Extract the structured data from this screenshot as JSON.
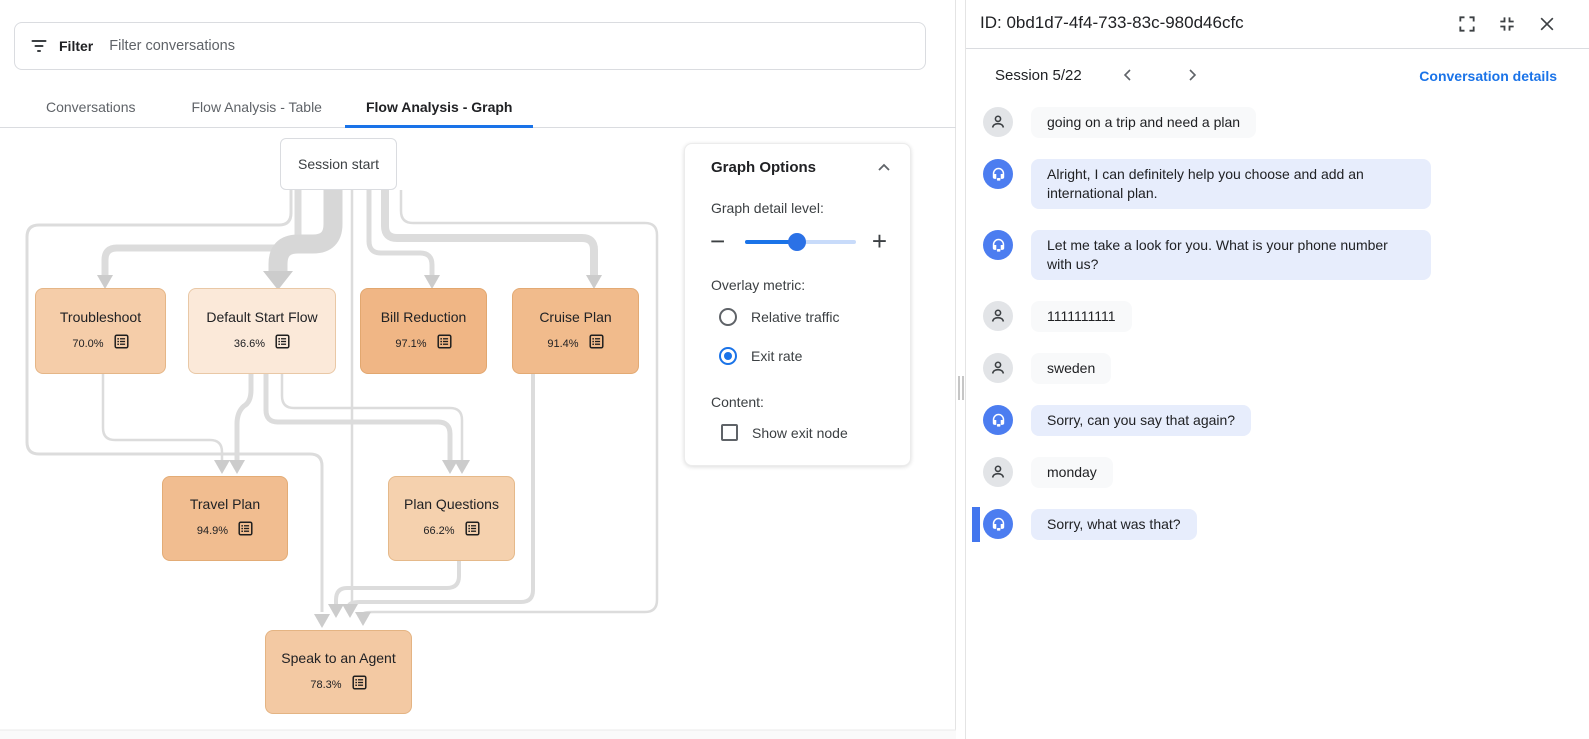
{
  "filter_bar": {
    "label": "Filter",
    "placeholder": "Filter conversations"
  },
  "tabs": [
    {
      "label": "Conversations",
      "active": false
    },
    {
      "label": "Flow Analysis - Table",
      "active": false
    },
    {
      "label": "Flow Analysis - Graph",
      "active": true
    }
  ],
  "graph": {
    "start_node": {
      "label": "Session start"
    },
    "nodes": [
      {
        "label": "Troubleshoot",
        "exit_rate": "70.0%",
        "color": "#f5cda9"
      },
      {
        "label": "Default Start Flow",
        "exit_rate": "36.6%",
        "color": "#fbe9d9"
      },
      {
        "label": "Bill Reduction",
        "exit_rate": "97.1%",
        "color": "#f0b685"
      },
      {
        "label": "Cruise Plan",
        "exit_rate": "91.4%",
        "color": "#f1bb8c"
      },
      {
        "label": "Travel Plan",
        "exit_rate": "94.9%",
        "color": "#f1bd90"
      },
      {
        "label": "Plan Questions",
        "exit_rate": "66.2%",
        "color": "#f5d1ae"
      },
      {
        "label": "Speak to an Agent",
        "exit_rate": "78.3%",
        "color": "#f3c9a3"
      }
    ]
  },
  "graph_options": {
    "title": "Graph Options",
    "detail_label": "Graph detail level:",
    "slider": {
      "value_pct": 47
    },
    "overlay_label": "Overlay metric:",
    "overlay_options": [
      {
        "label": "Relative traffic",
        "selected": false
      },
      {
        "label": "Exit rate",
        "selected": true
      }
    ],
    "content_label": "Content:",
    "content_options": [
      {
        "label": "Show exit node",
        "checked": false
      }
    ]
  },
  "detail_panel": {
    "id_title": "ID: 0bd1d7-4f4-733-83c-980d46cfc",
    "session_label": "Session 5/22",
    "details_link": "Conversation details",
    "messages": [
      {
        "role": "user",
        "text": "going on a trip and need a plan",
        "highlighted": false
      },
      {
        "role": "bot",
        "text": "Alright, I can definitely help you choose and add an international plan.",
        "highlighted": false
      },
      {
        "role": "bot",
        "text": "Let me take a look for you. What is your phone number with us?",
        "highlighted": false
      },
      {
        "role": "user",
        "text": "1111111111",
        "highlighted": false
      },
      {
        "role": "user",
        "text": "sweden",
        "highlighted": false
      },
      {
        "role": "bot",
        "text": "Sorry, can you say that again?",
        "highlighted": false
      },
      {
        "role": "user",
        "text": "monday",
        "highlighted": false
      },
      {
        "role": "bot",
        "text": "Sorry, what was that?",
        "highlighted": true
      }
    ]
  },
  "colors": {
    "accent": "#1a73e8",
    "edge": "#dcdcdc",
    "edge_thick": "#d7d7d7",
    "arrow": "#cccccc",
    "bot_avatar": "#4c7df0",
    "user_avatar": "#e2e4e7",
    "bot_bubble": "#e7edfc",
    "user_bubble": "#f8f9fa",
    "highlight_bar": "#4376ee"
  }
}
